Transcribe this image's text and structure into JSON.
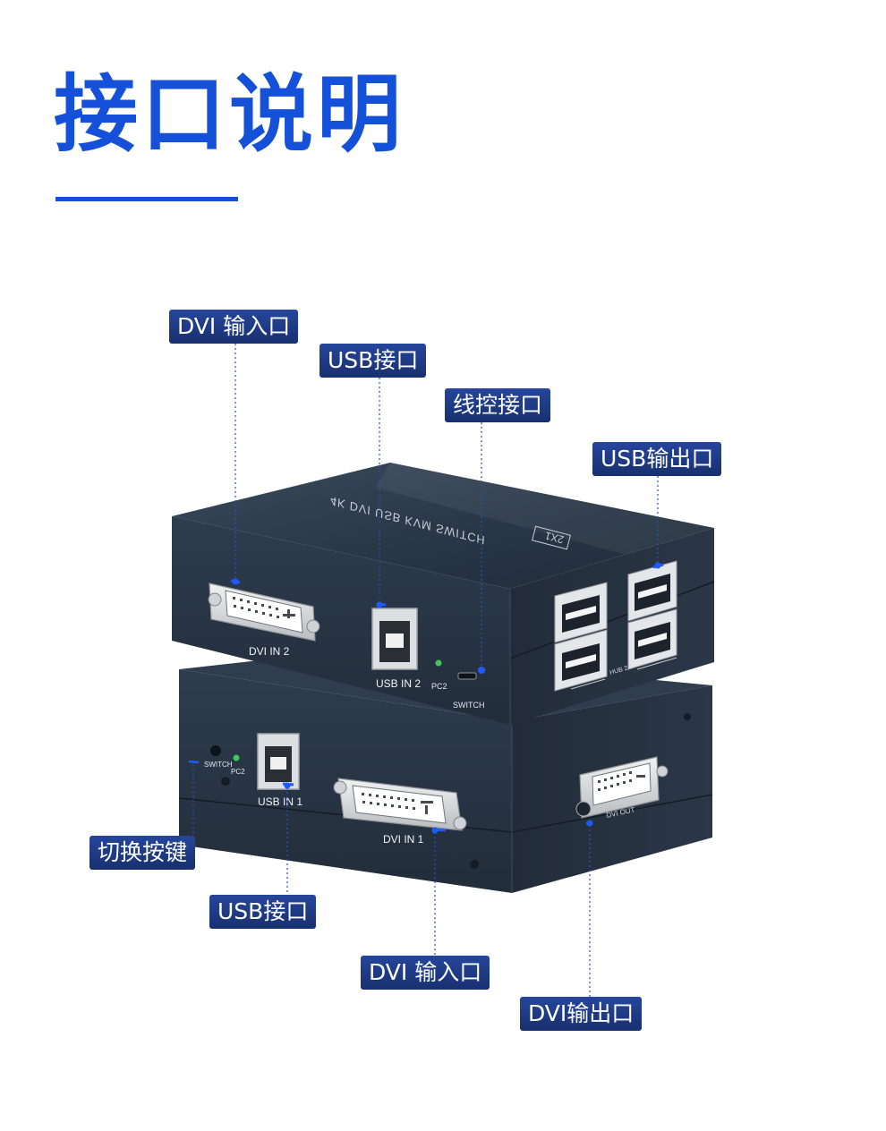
{
  "title": "接口说明",
  "device": {
    "top_label": "4K DVI USB KVM SWITCH",
    "top_badge": "2X1",
    "front_ports": {
      "dvi_in_2": "DVI IN 2",
      "usb_in_2": "USB IN 2",
      "pc2": "PC2",
      "switch": "SWITCH",
      "hub": "HUB 2.0"
    },
    "back_ports": {
      "switch": "SWITCH",
      "pc2": "PC2",
      "usb_in_1": "USB IN 1",
      "dvi_in_1": "DVI IN 1",
      "dvi_out": "DVI OUT"
    }
  },
  "callouts": {
    "dvi_input_top": "DVI 输入口",
    "usb_port_top": "USB接口",
    "wire_control": "线控接口",
    "usb_output": "USB输出口",
    "switch_button": "切换按键",
    "usb_port_bottom": "USB接口",
    "dvi_input_bottom": "DVI 输入口",
    "dvi_output": "DVI输出口"
  },
  "colors": {
    "title_blue": "#1550d8",
    "callout_bg": "#1b3880",
    "device_body": "#283545",
    "indicator": "#1e5bff"
  }
}
